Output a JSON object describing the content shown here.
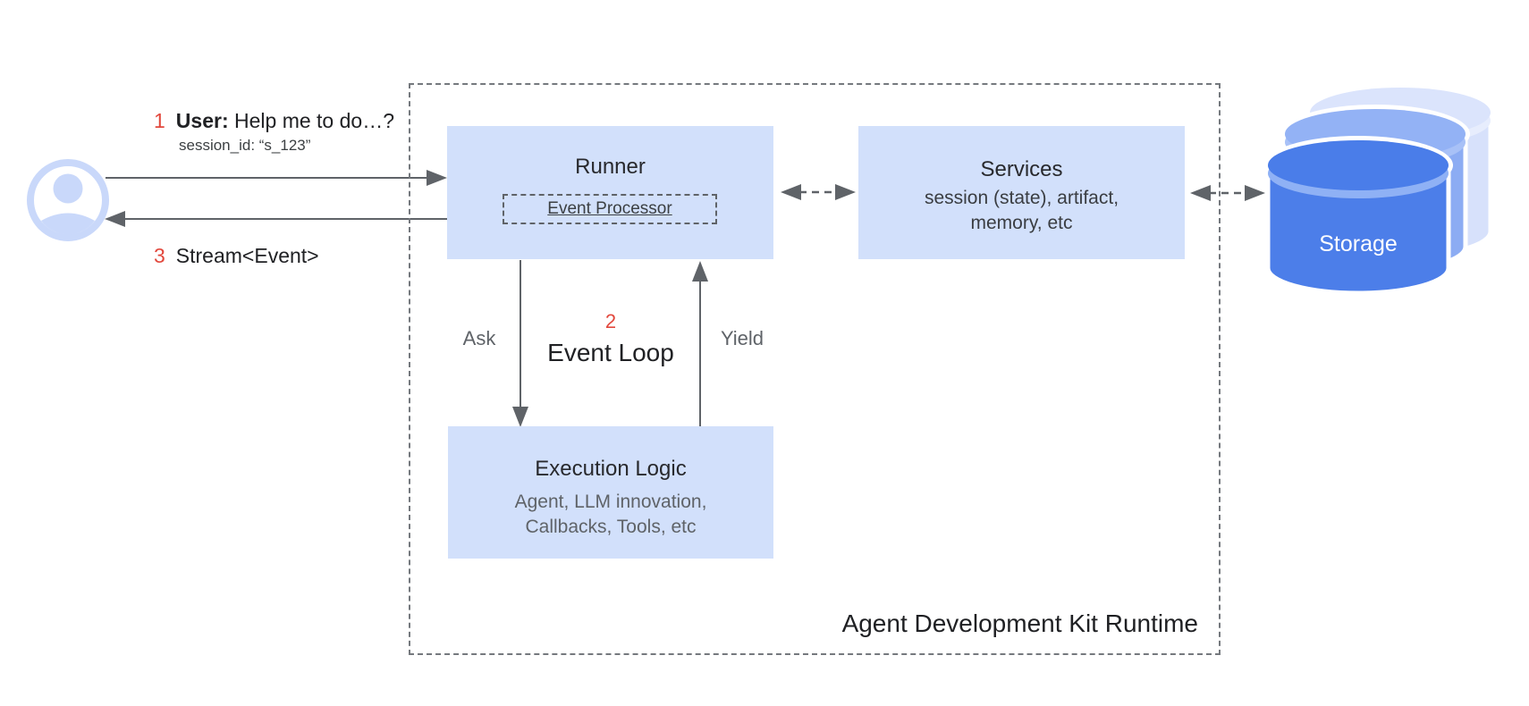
{
  "colors": {
    "box_fill": "#d2e0fb",
    "accent_red": "#e2483d",
    "text_dark": "#202124",
    "text_gray": "#5f6368",
    "arrow_gray": "#5f6368",
    "dashed_border": "#75797e",
    "icon_light_blue": "#c9d8fa",
    "storage_front": "#4c7ee9",
    "storage_middle": "#8cacf3",
    "storage_back": "#d7e1fb"
  },
  "icons": {
    "user": "user-avatar-icon",
    "storage": "database-cylinder-icon"
  },
  "user_flow": {
    "step1_num": "1",
    "step1_label": "User:",
    "step1_text": "Help me to do…?",
    "session_line": "session_id: “s_123”",
    "step3_num": "3",
    "step3_text": "Stream<Event>"
  },
  "runtime": {
    "label": "Agent Development Kit Runtime",
    "runner": {
      "title": "Runner",
      "processor": "Event Processor"
    },
    "services": {
      "title": "Services",
      "subtitle_line1": "session (state), artifact,",
      "subtitle_line2": "memory, etc"
    },
    "execution": {
      "title": "Execution Logic",
      "subtitle_line1": "Agent, LLM innovation,",
      "subtitle_line2": "Callbacks, Tools, etc"
    },
    "event_loop": {
      "num": "2",
      "title": "Event Loop",
      "ask_label": "Ask",
      "yield_label": "Yield"
    }
  },
  "storage": {
    "label": "Storage"
  }
}
